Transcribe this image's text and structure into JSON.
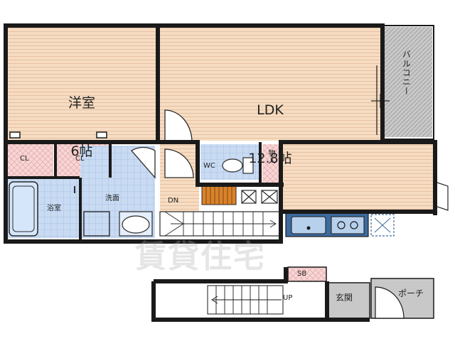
{
  "rooms": {
    "western": {
      "name": "洋室",
      "size": "6帖"
    },
    "ldk": {
      "name": "LDK",
      "size": "12.8帖"
    },
    "balcony": "バルコニー",
    "closet_1": "CL",
    "closet_2": "CL",
    "wc": "WC",
    "storage": "物入",
    "bath": "浴室",
    "washroom": "洗面",
    "stair_down": "DN",
    "shoe_box": "SB",
    "stair_up": "UP",
    "entrance": "玄関",
    "porch": "ポーチ"
  },
  "watermark": "賃貸住宅",
  "colors": {
    "wall": "#1a1a1a",
    "wood_floor": "#f6dcc2",
    "tile_floor": "#c9dbf3",
    "closet": "#f7d6d6",
    "balcony": "#c8c8c8",
    "kitchen": "#3d6b9e",
    "step": "#d9822b"
  }
}
